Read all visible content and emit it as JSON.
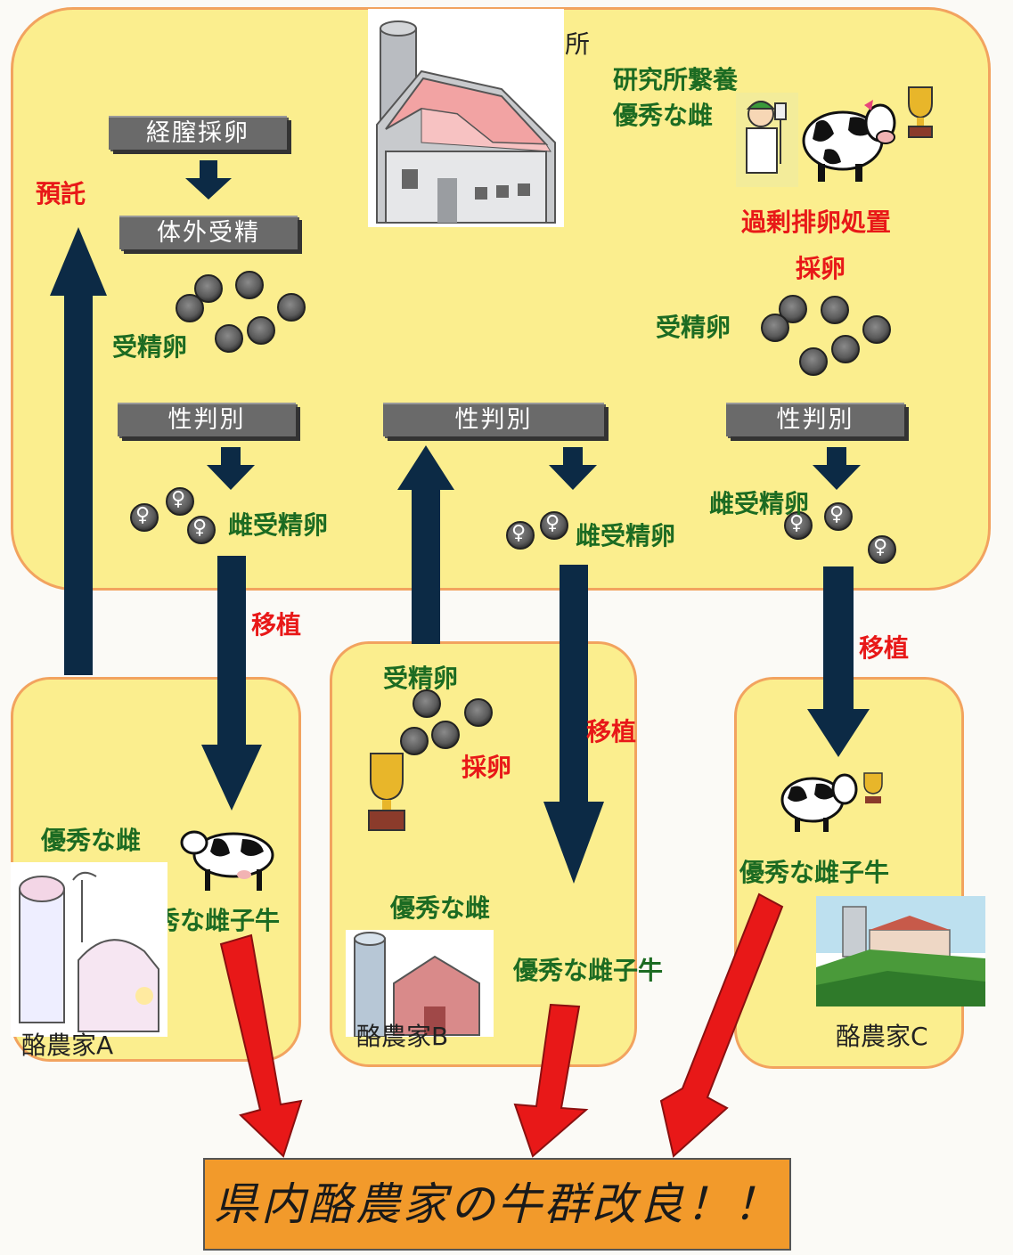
{
  "institute": {
    "title_fragment": "所",
    "label": "研究所繋養\n優秀な雌"
  },
  "colors": {
    "panel_fill": "#fbee8e",
    "panel_border": "#f2a35f",
    "arrow_navy": "#0c2a45",
    "arrow_red": "#e81818",
    "label_green": "#1c6b22",
    "banner_fill": "#f29a2b"
  },
  "steps": {
    "ovum_pickup": "経膣採卵",
    "ivf": "体外受精",
    "sexing_a": "性判別",
    "sexing_b": "性判別",
    "sexing_c": "性判別"
  },
  "labels": {
    "deposit": "預託",
    "superovulation": "過剰排卵処置",
    "collect_top": "採卵",
    "fertilized_a": "受精卵",
    "fertilized_c": "受精卵",
    "female_embryo_a": "雌受精卵",
    "female_embryo_b": "雌受精卵",
    "female_embryo_c": "雌受精卵",
    "transplant_a": "移植",
    "transplant_b": "移植",
    "transplant_c": "移植",
    "fertilized_b": "受精卵",
    "collect_b": "採卵"
  },
  "farms": {
    "a": {
      "name": "酪農家A",
      "cow": "優秀な雌",
      "calf": "優秀な雌子牛"
    },
    "b": {
      "name": "酪農家B",
      "cow": "優秀な雌",
      "calf": "優秀な雌子牛"
    },
    "c": {
      "name": "酪農家C",
      "calf": "優秀な雌子牛"
    }
  },
  "female_symbol": "♀",
  "banner": "県内酪農家の牛群改良！！"
}
